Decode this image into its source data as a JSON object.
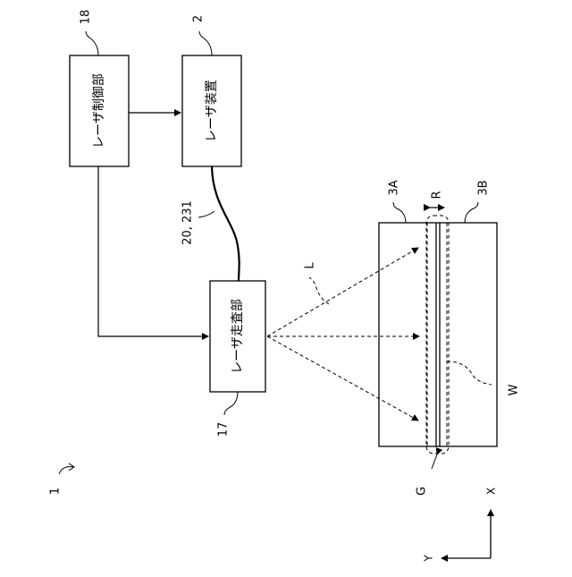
{
  "labels": {
    "fig_ref": "1",
    "controller_ref": "18",
    "laser_device_ref": "2",
    "scanner_ref": "17",
    "fiber_ref": "20, 231",
    "beam_label": "L",
    "plate_left_ref": "3A",
    "plate_right_ref": "3B",
    "range_label": "R",
    "weld_label": "W",
    "gap_label": "G",
    "axis_x": "X",
    "axis_y": "Y"
  },
  "boxes": {
    "controller": "レーザ制御部",
    "laser_device": "レーザ装置",
    "scanner": "レーザ走査部"
  }
}
